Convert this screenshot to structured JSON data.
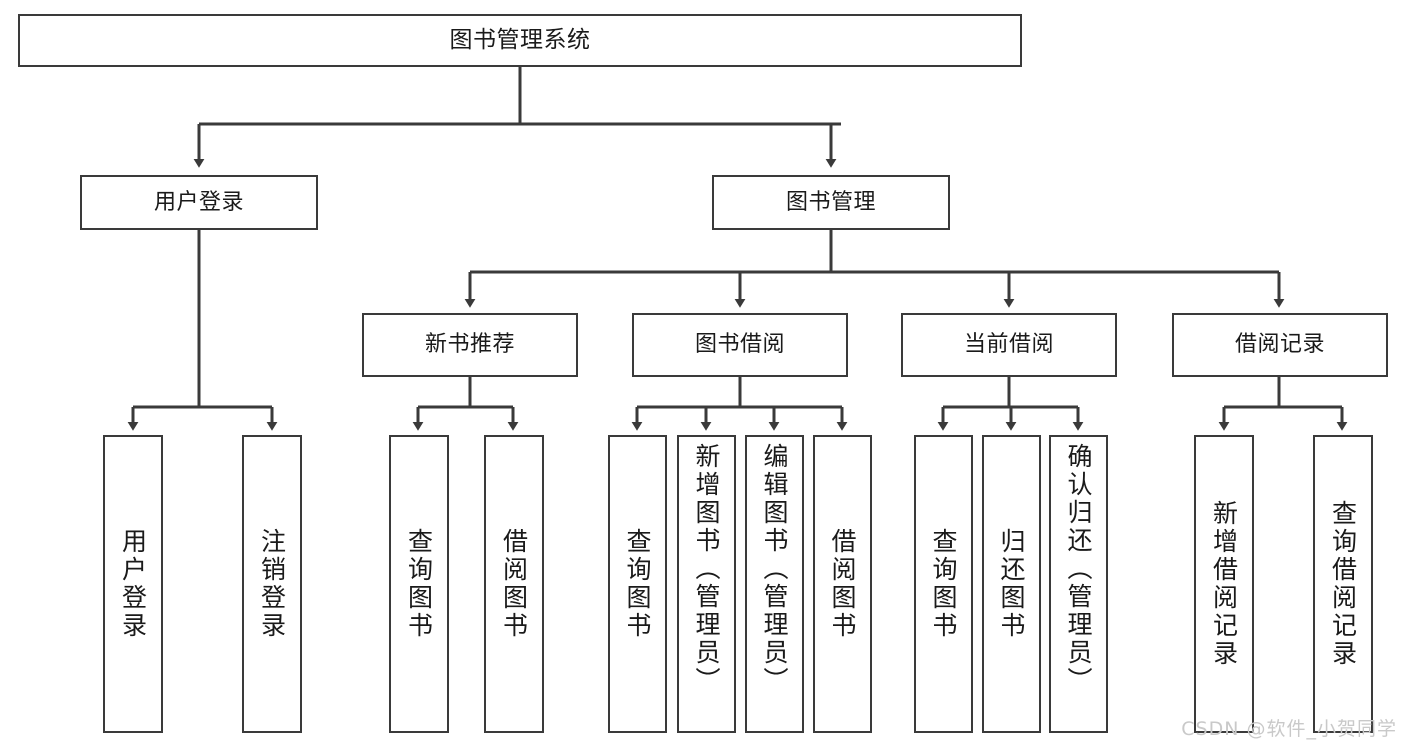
{
  "diagram": {
    "title": "图书管理系统",
    "type": "tree",
    "root": {
      "id": "root",
      "label": "图书管理系统"
    },
    "level1": [
      {
        "id": "user-login",
        "label": "用户登录"
      },
      {
        "id": "book-management",
        "label": "图书管理"
      }
    ],
    "level2": [
      {
        "id": "new-book-recommend",
        "label": "新书推荐",
        "parent": "book-management"
      },
      {
        "id": "book-borrow",
        "label": "图书借阅",
        "parent": "book-management"
      },
      {
        "id": "current-borrow",
        "label": "当前借阅",
        "parent": "book-management"
      },
      {
        "id": "borrow-record",
        "label": "借阅记录",
        "parent": "book-management"
      }
    ],
    "leaves": {
      "user-login": [
        {
          "id": "leaf-user-login",
          "label": "用户登录"
        },
        {
          "id": "leaf-logout-login",
          "label": "注销登录"
        }
      ],
      "new-book-recommend": [
        {
          "id": "leaf-query-book-1",
          "label": "查询图书"
        },
        {
          "id": "leaf-borrow-book-1",
          "label": "借阅图书"
        }
      ],
      "book-borrow": [
        {
          "id": "leaf-query-book-2",
          "label": "查询图书"
        },
        {
          "id": "leaf-add-book-admin",
          "label": "新增图书（管理员）"
        },
        {
          "id": "leaf-edit-book-admin",
          "label": "编辑图书（管理员）"
        },
        {
          "id": "leaf-borrow-book-2",
          "label": "借阅图书"
        }
      ],
      "current-borrow": [
        {
          "id": "leaf-query-book-3",
          "label": "查询图书"
        },
        {
          "id": "leaf-return-book",
          "label": "归还图书"
        },
        {
          "id": "leaf-confirm-return-admin",
          "label": "确认归还（管理员）"
        }
      ],
      "borrow-record": [
        {
          "id": "leaf-add-borrow-record",
          "label": "新增借阅记录"
        },
        {
          "id": "leaf-query-borrow-record",
          "label": "查询借阅记录"
        }
      ]
    }
  },
  "watermark": {
    "text": "CSDN @软件_小贺同学"
  },
  "colors": {
    "stroke": "#3a3a3a",
    "text": "#1a1a1a",
    "background": "#ffffff",
    "watermark": "#c9c9c9"
  }
}
